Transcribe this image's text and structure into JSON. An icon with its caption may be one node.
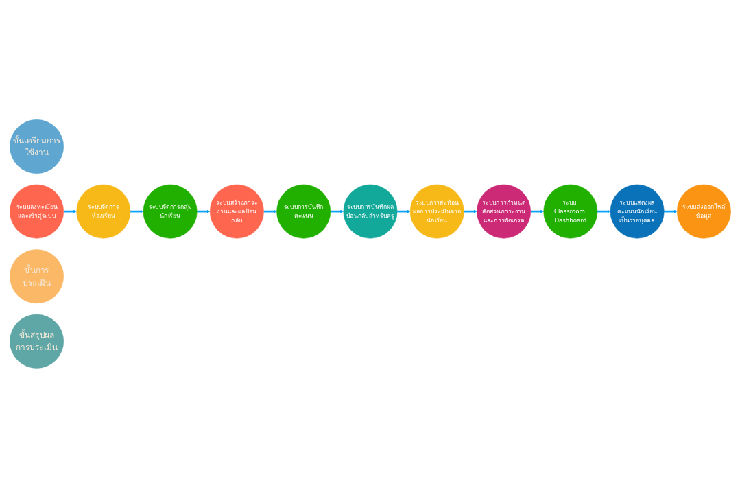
{
  "diagram": {
    "nodes": [
      {
        "text": [
          "ขั้นเตรียมการใช้งาน"
        ]
      },
      {
        "text": [
          "ระบบลงทะเบียนและเข้าสู่ระบบ"
        ]
      },
      {
        "text": [
          "ระบบจัดการห้องเรียน"
        ]
      },
      {
        "text": [
          "ระบบจัดการกลุ่มนักเรียน"
        ]
      },
      {
        "text": [
          "ขั้นการประเมิน"
        ]
      },
      {
        "text": [
          "ระบบสร้างภาระงานและผลป้อนกลับ"
        ]
      },
      {
        "text": [
          "ระบบการบันทึกคะแนน"
        ]
      },
      {
        "text": [
          "ระบบการบันทึกผลป้อนกลับสำหรับครู"
        ]
      },
      {
        "text": [
          "ระบบการสะท้อนผลการประเมินจากนักเรียน"
        ]
      },
      {
        "text": [
          "ระบบการกำหนดสัดส่วนภาระงานและการตัดเกรด"
        ]
      },
      {
        "text": [
          "ขั้นสรุปผลการประเมิน"
        ]
      },
      {
        "text": [
          "ระบบ Classroom Dashboard"
        ]
      },
      {
        "text": [
          "ระบบแสดงผลคะแนนนักเรียนเป็นรายบุคคล"
        ]
      },
      {
        "text": [
          "ระบบส่งออกไฟล์ข้อมูล"
        ]
      }
    ],
    "edges": [
      {
        "from": 1,
        "to": 2,
        "arrow": "to"
      },
      {
        "from": 2,
        "to": 3,
        "arrow": "to"
      },
      {
        "from": 3,
        "to": 5,
        "arrow": "to"
      },
      {
        "from": 5,
        "to": 6,
        "arrow": "to"
      },
      {
        "from": 6,
        "to": 7,
        "arrow": "to"
      },
      {
        "from": 7,
        "to": 8,
        "arrow": "to"
      },
      {
        "from": 8,
        "to": 9,
        "arrow": "to"
      },
      {
        "from": 9,
        "to": 11,
        "arrow": "to"
      },
      {
        "from": 11,
        "to": 12,
        "arrow": "to"
      },
      {
        "from": 12,
        "to": 13,
        "arrow": "to"
      }
    ]
  }
}
